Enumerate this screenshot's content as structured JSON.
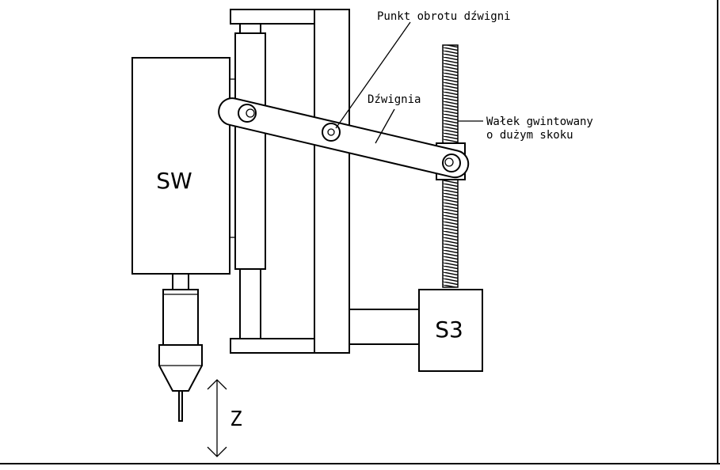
{
  "diagram": {
    "labels": {
      "pivot": "Punkt obrotu dźwigni",
      "lever": "Dźwignia",
      "screw_line1": "Wałek gwintowany",
      "screw_line2": "o dużym skoku",
      "spindle": "SW",
      "motor": "S3",
      "axis": "Z"
    },
    "colors": {
      "line": "#000000",
      "background": "#ffffff"
    }
  }
}
